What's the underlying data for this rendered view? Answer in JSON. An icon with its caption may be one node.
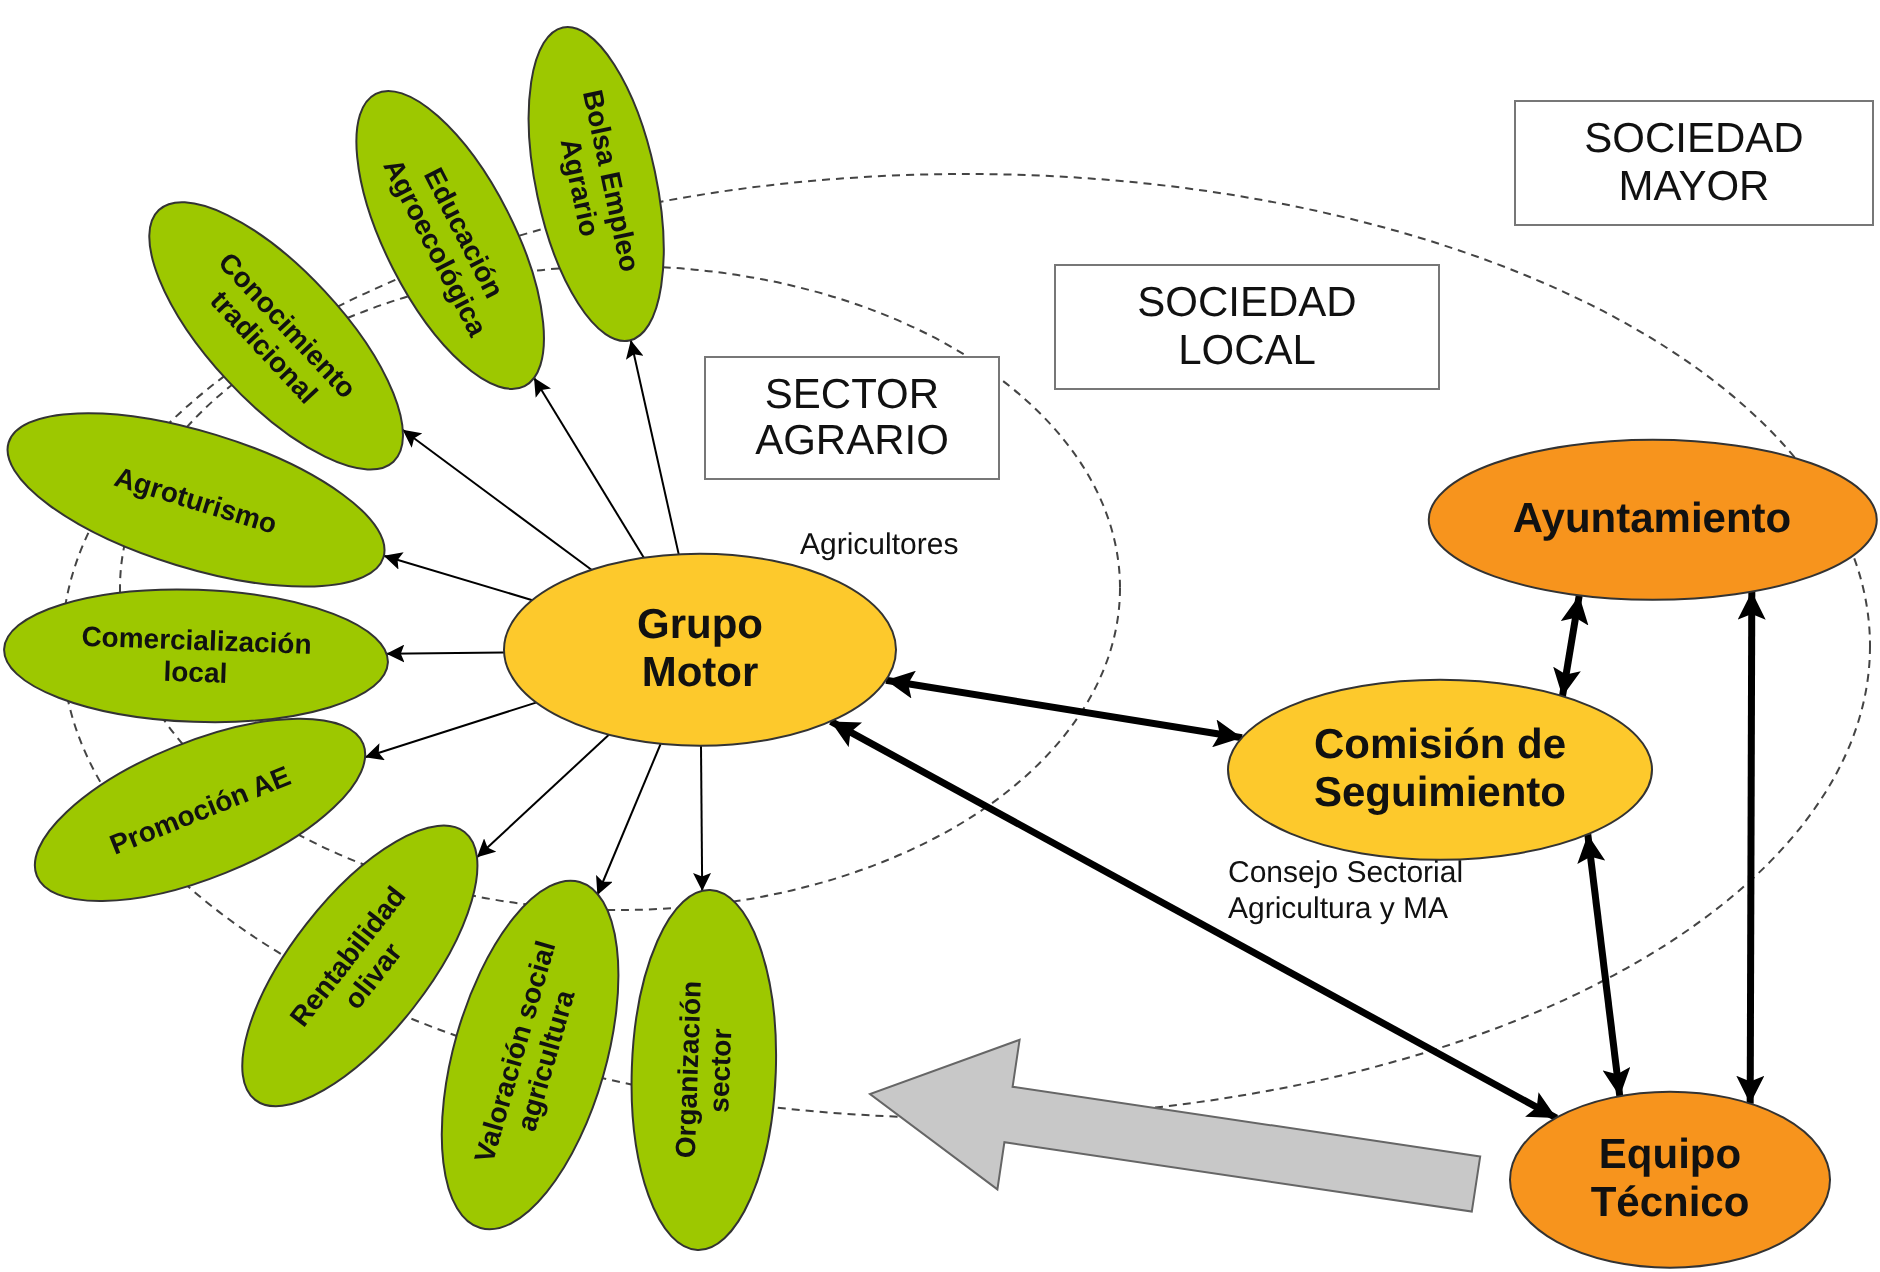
{
  "diagram": {
    "nodes": [
      {
        "text": [
          "SOCIEDAD MAYOR"
        ]
      },
      {
        "text": [
          "SOCIEDAD LOCAL"
        ]
      },
      {
        "text": [
          "SECTOR AGRARIO"
        ]
      },
      {
        "text": [
          "Grupo Motor"
        ],
        "beside": [
          "Agricultores"
        ]
      },
      {
        "text": [
          "Bolsa Empleo Agrario"
        ]
      },
      {
        "text": [
          "Educación Agroecológica"
        ]
      },
      {
        "text": [
          "Conocimiento tradicional"
        ]
      },
      {
        "text": [
          "Agroturismo"
        ]
      },
      {
        "text": [
          "Comercialización local"
        ]
      },
      {
        "text": [
          "Promoción AE"
        ]
      },
      {
        "text": [
          "Rentabilidad olivar"
        ]
      },
      {
        "text": [
          "Valoración social agricultura"
        ]
      },
      {
        "text": [
          "Organización sector"
        ]
      },
      {
        "text": [
          "Ayuntamiento"
        ]
      },
      {
        "text": [
          "Comisión de Seguimiento"
        ],
        "beside": [
          "Consejo Sectorial Agricultura y MA"
        ]
      },
      {
        "text": [
          "Equipo Técnico"
        ]
      }
    ],
    "edges": [
      {
        "from": 3,
        "to": 4,
        "arrow": "to"
      },
      {
        "from": 3,
        "to": 5,
        "arrow": "to"
      },
      {
        "from": 3,
        "to": 6,
        "arrow": "to"
      },
      {
        "from": 3,
        "to": 7,
        "arrow": "to"
      },
      {
        "from": 3,
        "to": 8,
        "arrow": "to"
      },
      {
        "from": 3,
        "to": 9,
        "arrow": "to"
      },
      {
        "from": 3,
        "to": 10,
        "arrow": "to"
      },
      {
        "from": 3,
        "to": 11,
        "arrow": "to"
      },
      {
        "from": 3,
        "to": 12,
        "arrow": "to"
      },
      {
        "from": 3,
        "to": 14,
        "arrow": "both",
        "style": "thick"
      },
      {
        "from": 3,
        "to": 15,
        "arrow": "both",
        "style": "thick"
      },
      {
        "from": 14,
        "to": 13,
        "arrow": "both",
        "style": "thick"
      },
      {
        "from": 14,
        "to": 15,
        "arrow": "both",
        "style": "thick"
      },
      {
        "from": 15,
        "to": 13,
        "arrow": "both",
        "style": "thick"
      },
      {
        "from": 15,
        "to": null,
        "arrow": "to",
        "style": "thick",
        "color": "#c8c8c8"
      }
    ]
  }
}
